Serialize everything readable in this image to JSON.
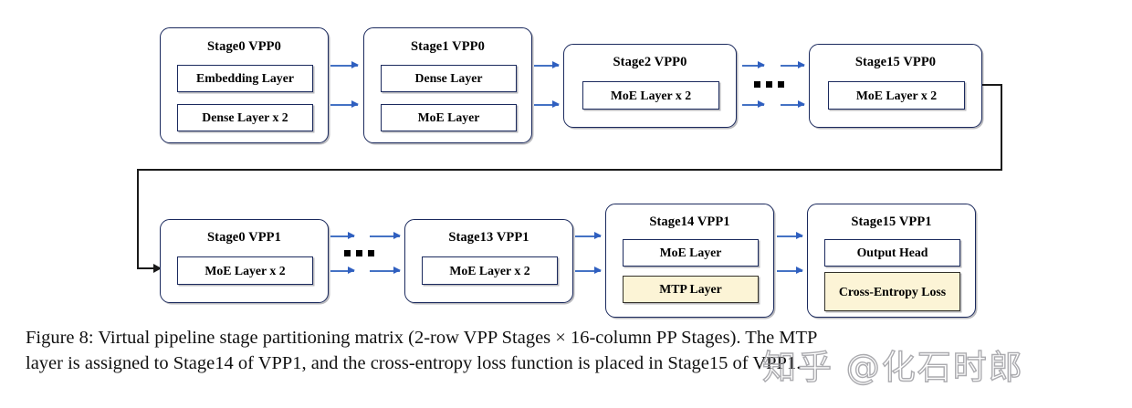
{
  "figure": {
    "caption_lines": [
      "Figure 8: Virtual pipeline stage partitioning matrix (2-row VPP Stages × 16-column PP Stages). The MTP",
      "layer is assigned to Stage14 of VPP1, and the cross-entropy loss function is placed in Stage15 of VPP1."
    ],
    "watermark": "知乎 @化石时郎"
  },
  "colors": {
    "box_border": "#1b2a5e",
    "arrow": "#4472c4",
    "highlight_fill": "#fcf4d6",
    "connector": "#1a1a1a",
    "page_background": "#ffffff"
  },
  "rows": [
    {
      "name": "vpp0",
      "stages": [
        {
          "title": "Stage0 VPP0",
          "layers": [
            {
              "label": "Embedding Layer",
              "highlight": false
            },
            {
              "label": "Dense Layer x 2",
              "highlight": false
            }
          ]
        },
        {
          "title": "Stage1 VPP0",
          "layers": [
            {
              "label": "Dense Layer",
              "highlight": false
            },
            {
              "label": "MoE Layer",
              "highlight": false
            }
          ]
        },
        {
          "title": "Stage2 VPP0",
          "layers": [
            {
              "label": "MoE Layer x 2",
              "highlight": false
            }
          ]
        },
        {
          "title": "Stage15 VPP0",
          "layers": [
            {
              "label": "MoE Layer x 2",
              "highlight": false
            }
          ]
        }
      ]
    },
    {
      "name": "vpp1",
      "stages": [
        {
          "title": "Stage0 VPP1",
          "layers": [
            {
              "label": "MoE Layer x 2",
              "highlight": false
            }
          ]
        },
        {
          "title": "Stage13 VPP1",
          "layers": [
            {
              "label": "MoE Layer x 2",
              "highlight": false
            }
          ]
        },
        {
          "title": "Stage14 VPP1",
          "layers": [
            {
              "label": "MoE Layer",
              "highlight": false
            },
            {
              "label": "MTP Layer",
              "highlight": true
            }
          ]
        },
        {
          "title": "Stage15 VPP1",
          "layers": [
            {
              "label": "Output Head",
              "highlight": false
            },
            {
              "label": "Cross-Entropy Loss",
              "highlight": true
            }
          ]
        }
      ]
    }
  ],
  "ellipsis": "■ ■ ■"
}
